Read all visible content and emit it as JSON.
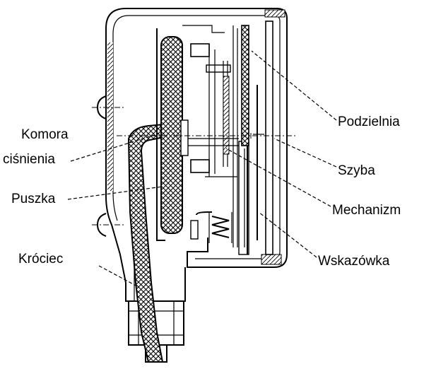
{
  "labels": {
    "podzielnia": "Podzielnia",
    "komora_line1": "Komora",
    "komora_line2": "ciśnienia",
    "szyba": "Szyba",
    "puszka": "Puszka",
    "mechanizm": "Mechanizm",
    "krociec": "Króciec",
    "wskazowka": "Wskazówka"
  }
}
